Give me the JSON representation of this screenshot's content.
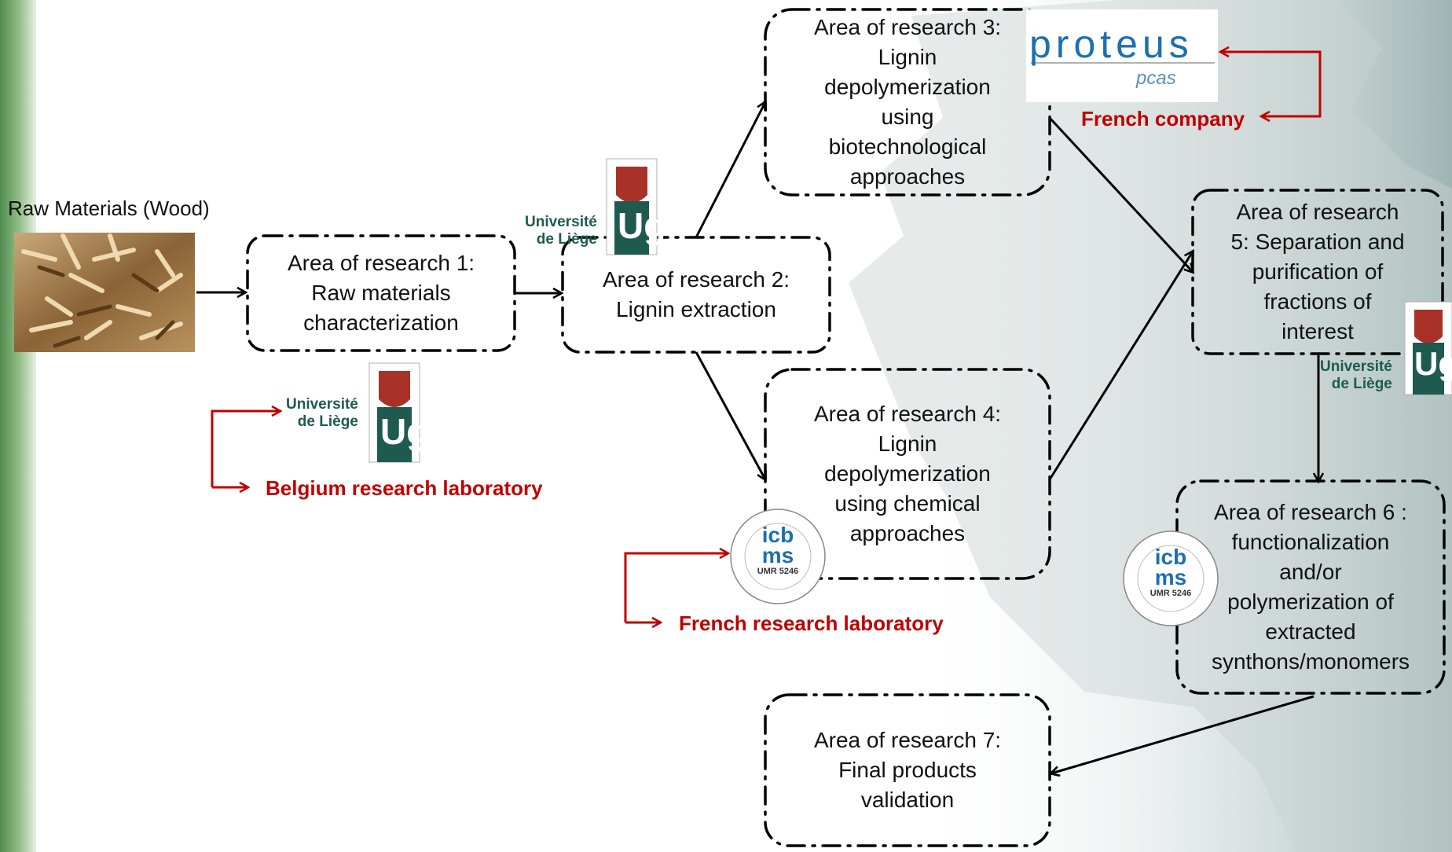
{
  "diagram": {
    "raw_materials_label": "Raw Materials (Wood)",
    "boxes": [
      {
        "id": "ar1",
        "text": "Area of research 1:\nRaw materials\ncharacterization"
      },
      {
        "id": "ar2",
        "text": "Area of research  2:\nLignin extraction"
      },
      {
        "id": "ar3",
        "text": "Area of research  3:\nLignin\ndepolymerization\nusing\nbiotechnological\napproaches"
      },
      {
        "id": "ar4",
        "text": "Area of research  4:\nLignin\ndepolymerization\nusing chemical\napproaches"
      },
      {
        "id": "ar5",
        "text": "Area of research\n5: Separation and\npurification of\nfractions of\ninterest"
      },
      {
        "id": "ar6",
        "text": "Area of research  6 :\nfunctionalization\nand/or\npolymerization of\nextracted\nsynthons/monomers"
      },
      {
        "id": "ar7",
        "text": "Area of research  7:\nFinal products\nvalidation"
      }
    ],
    "partner_labels": {
      "belgium": "Belgium research laboratory",
      "french_lab": "French research laboratory",
      "french_company": "French company"
    },
    "logos": {
      "ulg_line1": "Université",
      "ulg_line2": "de Liège",
      "ulg_mark": "Ug",
      "icbms_top": "icb",
      "icbms_bottom": "ms",
      "icbms_umr": "UMR 5246",
      "proteus": "proteus",
      "pcas": "pcas"
    },
    "colors": {
      "accent_red": "#c00000",
      "ulg_green": "#1e5a50",
      "proteus_blue": "#1c7fb6"
    }
  }
}
